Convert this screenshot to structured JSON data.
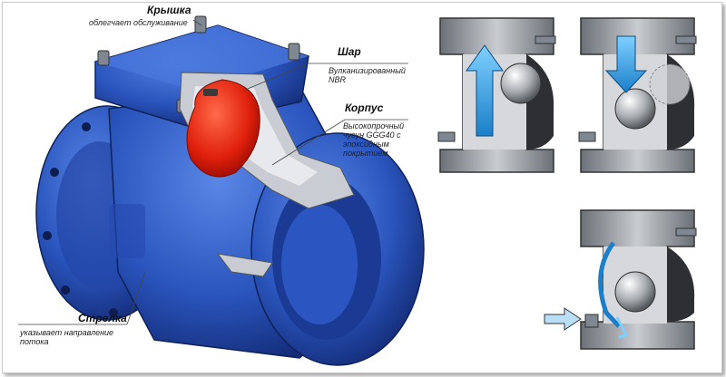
{
  "labels": {
    "lid": {
      "title": "Крышка",
      "desc": "облегчает обслуживание"
    },
    "ball": {
      "title": "Шар",
      "desc_line1": "Вулканизированный",
      "desc_line2": "NBR"
    },
    "body": {
      "title": "Корпус",
      "desc_line1": "Высокопрочный",
      "desc_line2": "чугун GGG40 с",
      "desc_line3": "эпоксидным",
      "desc_line4": "покрытием"
    },
    "arrow": {
      "title": "Стрелка",
      "desc_line1": "указывает направление",
      "desc_line2": "потока"
    }
  },
  "colors": {
    "valve_blue": "#2f5fc4",
    "ball_red": "#e02a10",
    "steel": "#9aa0a6",
    "flow_arrow": "#3fa3e0"
  },
  "icons": [
    "valve-cutaway",
    "ball-icon",
    "flow-arrow-up",
    "flow-arrow-down",
    "flow-arrow-side"
  ]
}
